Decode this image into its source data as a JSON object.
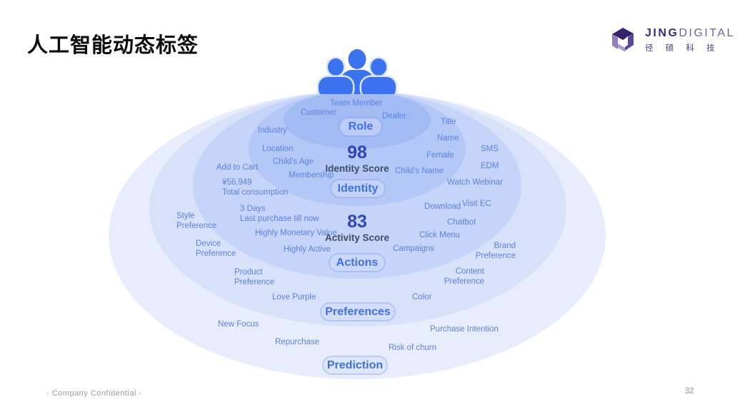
{
  "slide": {
    "title": "人工智能动态标签",
    "footer": "- Company Confidential -",
    "page_number": "32"
  },
  "logo": {
    "jing": "JING",
    "digital": "DIGITAL",
    "chinese": "径 硕 科 技"
  },
  "colors": {
    "accent_blue": "#3b73ee",
    "tag_text": "#5b82e8",
    "score_number": "#3144bd",
    "score_label": "#414b66",
    "brand_purple_dark": "#3b2a7e",
    "brand_purple_light": "#6c60a6",
    "ring_colors_inner_to_outer": [
      "#a2bbf2",
      "#b3c8f6",
      "#c5d4f8",
      "#d7e1fa",
      "#e7edfc"
    ]
  },
  "diagram": {
    "center_icon": "team-people-icon",
    "rings": [
      {
        "label": "Role"
      },
      {
        "label": "Identity"
      },
      {
        "label": "Actions"
      },
      {
        "label": "Preferences"
      },
      {
        "label": "Prediction"
      }
    ],
    "scores": [
      {
        "value": "98",
        "label": "Identity Score"
      },
      {
        "value": "83",
        "label": "Activity Score"
      }
    ],
    "tags": [
      "Team Member",
      "Customer",
      "Dealer",
      "Industry",
      "Title",
      "Name",
      "Location",
      "Child's Age",
      "Female",
      "SMS",
      "Add to Cart",
      "Membership",
      "Child's Name",
      "EDM",
      "Watch Webinar",
      "¥56,949\nTotal consumption",
      "3 Days\nLast purchase till now",
      "Download",
      "Visit EC",
      "Style\nPreference",
      "Chatbot",
      "Highly Monetary Value",
      "Click Menu",
      "Device\nPreference",
      "Highly Active",
      "Campaigns",
      "Brand\nPreference",
      "Product\nPreference",
      "Content\nPreference",
      "Love Purple",
      "Color",
      "New Focus",
      "Purchase Intention",
      "Repurchase",
      "Risk of churn"
    ]
  }
}
